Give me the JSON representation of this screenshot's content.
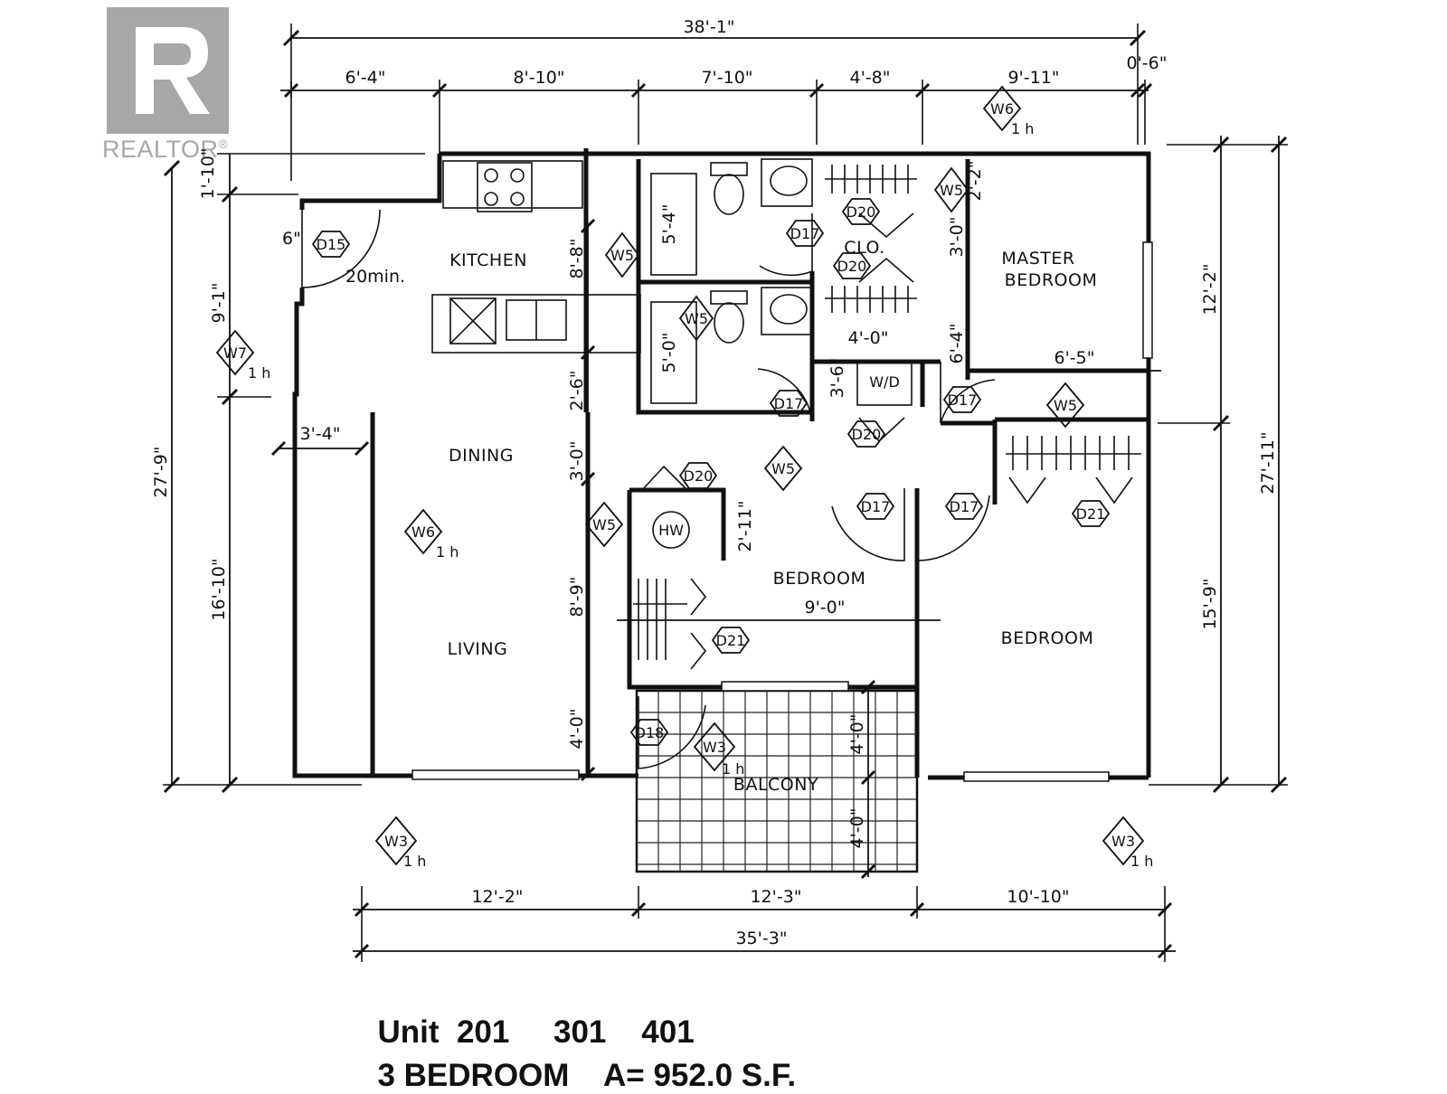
{
  "logo": {
    "text": "REALTOR",
    "mark": "®",
    "color": "#a7a7a7"
  },
  "dimensions": {
    "top_overall": "38'-1\"",
    "top_segments": [
      "6'-4\"",
      "8'-10\"",
      "7'-10\"",
      "4'-8\"",
      "9'-11\"",
      "0'-6\""
    ],
    "bottom_overall": "35'-3\"",
    "bottom_segments": [
      "12'-2\"",
      "12'-3\"",
      "10'-10\""
    ],
    "left_overall": "27'-9\"",
    "left_segments": [
      "1'-10\"",
      "6\"",
      "9'-1\"",
      "3'-4\"",
      "16'-10\""
    ],
    "right_overall": "27'-11\"",
    "right_segments": [
      "12'-2\"",
      "15'-9\""
    ],
    "interior": [
      "8'-8\"",
      "2'-6\"",
      "3'-0\"",
      "8'-9\"",
      "4'-0\"",
      "5'-4\"",
      "5'-0\"",
      "4'-0\"",
      "3'-6\"",
      "2'-2\"",
      "3'-0\"",
      "6'-4\"",
      "6'-5\"",
      "2'-11\"",
      "9'-0\"",
      "4'-0\"",
      "4'-0\""
    ]
  },
  "rooms": {
    "kitchen": "KITCHEN",
    "dining": "DINING",
    "living": "LIVING",
    "master_bedroom": [
      "MASTER",
      "BEDROOM"
    ],
    "bedroom_center": "BEDROOM",
    "bedroom_right": "BEDROOM",
    "balcony": "BALCONY",
    "closet": "CLO.",
    "laundry": "W/D",
    "water_heater": "HW"
  },
  "notes": {
    "entry_door": "20min.",
    "hour": "1 h"
  },
  "tags": {
    "windows": [
      "W6",
      "W5",
      "W5",
      "W5",
      "W5",
      "W7",
      "W5",
      "W6",
      "W5",
      "W3",
      "W3",
      "W3"
    ],
    "doors": [
      "D15",
      "D17",
      "D20",
      "D20",
      "D17",
      "D20",
      "D17",
      "D20",
      "D17",
      "D17",
      "D21",
      "D21",
      "D18"
    ]
  },
  "caption": {
    "unit_label": "Unit",
    "units": [
      "201",
      "301",
      "401"
    ],
    "bedrooms": "3 BEDROOM",
    "area": "A= 952.0 S.F."
  }
}
